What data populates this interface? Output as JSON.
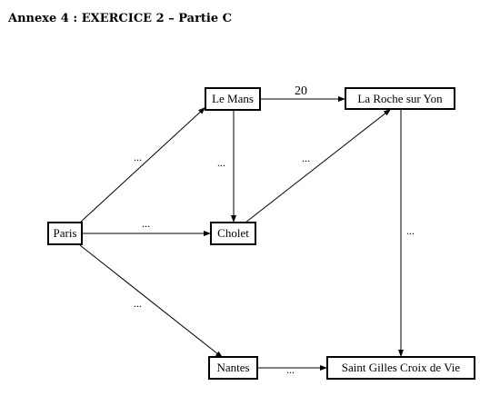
{
  "title": "Annexe 4 : EXERCICE 2 – Partie C",
  "nodes": {
    "paris": "Paris",
    "le_mans": "Le Mans",
    "la_roche": "La Roche sur Yon",
    "cholet": "Cholet",
    "nantes": "Nantes",
    "saint_gilles": "Saint Gilles Croix de Vie"
  },
  "edges": {
    "le_mans_la_roche": "20",
    "paris_le_mans": "...",
    "le_mans_cholet": "...",
    "cholet_la_roche": "...",
    "paris_cholet": "...",
    "la_roche_saint_gilles": "...",
    "paris_nantes": "...",
    "nantes_saint_gilles": "..."
  }
}
